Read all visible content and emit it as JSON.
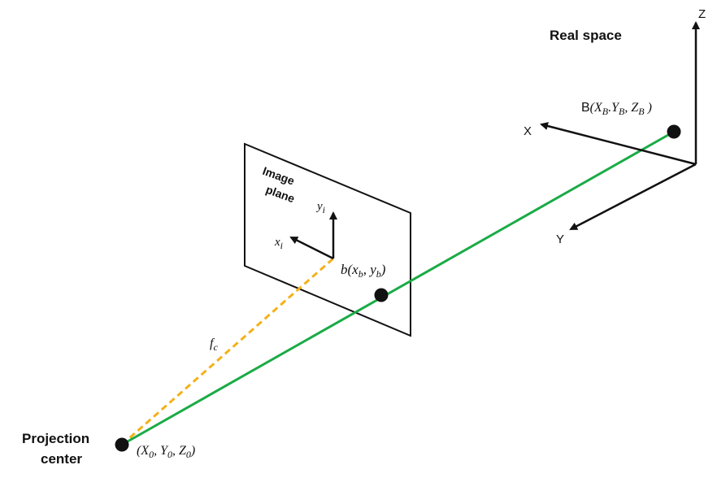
{
  "labels": {
    "real_space": "Real space",
    "image_plane_1": "Image",
    "image_plane_2": "plane",
    "projection_center_1": "Projection",
    "projection_center_2": "center",
    "focal": "f",
    "focal_sub": "c",
    "axis_z": "Z",
    "axis_x": "X",
    "axis_y": "Y",
    "img_x": "x",
    "img_y": "y",
    "img_sub": "i"
  },
  "points": {
    "B": {
      "name": "B",
      "x": "X",
      "y": "Y",
      "z": "Z",
      "sub": "B"
    },
    "b": {
      "name": "b",
      "x": "x",
      "y": "y",
      "sub": "b"
    },
    "origin": {
      "x": "X",
      "y": "Y",
      "z": "Z",
      "sub": "0"
    }
  },
  "colors": {
    "ray": "#1aab46",
    "focal_line": "#f4b11a",
    "stroke": "#111111"
  }
}
